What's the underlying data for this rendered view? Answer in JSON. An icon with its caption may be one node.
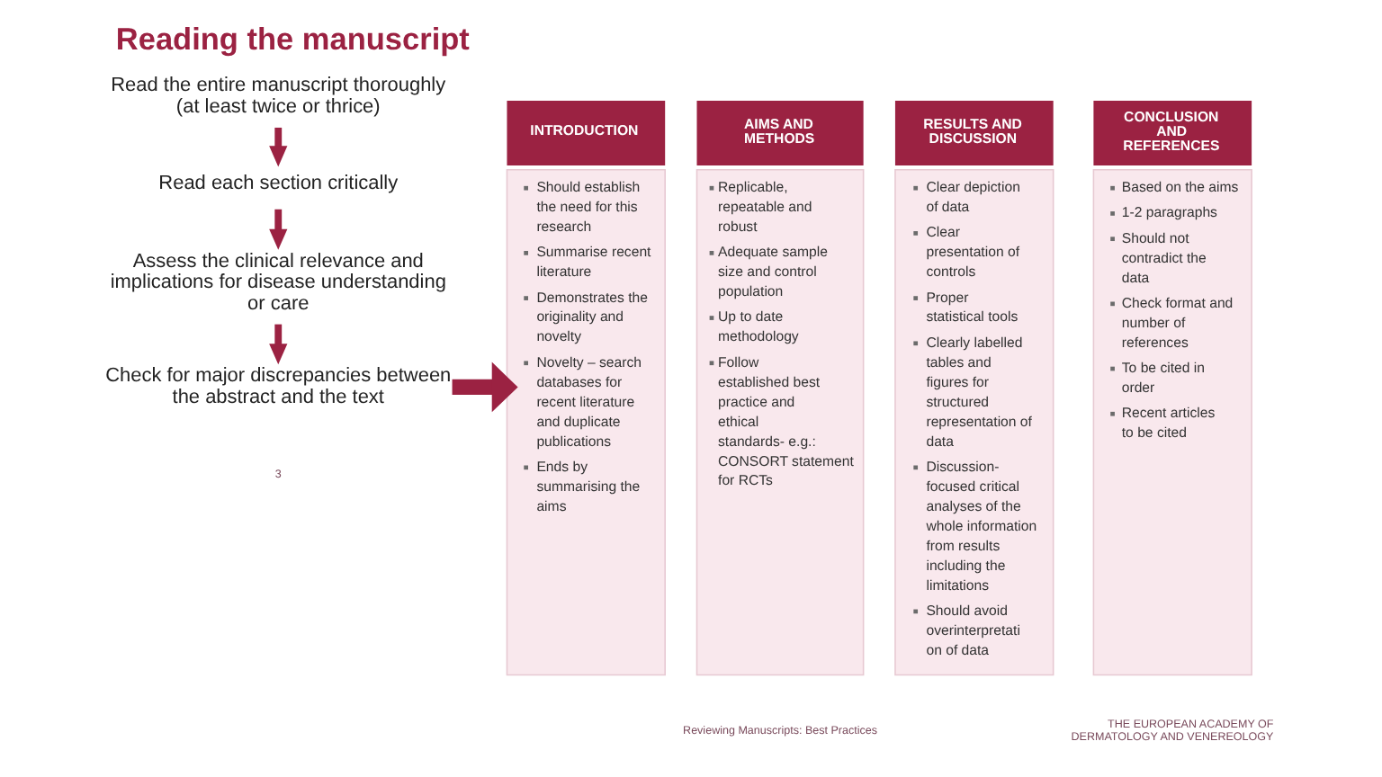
{
  "diagram": {
    "title": "Reading the manuscript",
    "nodes": [
      {
        "text": [
          "Read the entire manuscript thoroughly (at least twice or thrice)"
        ]
      },
      {
        "text": [
          "Read each section critically"
        ]
      },
      {
        "text": [
          "Assess the clinical relevance and implications for disease understanding or care"
        ]
      },
      {
        "text": [
          "Check for major discrepancies between the abstract and the text"
        ]
      },
      {
        "text": [
          "INTRODUCTION",
          "Should establish the need for this research",
          "Summarise recent literature",
          "Demonstrates the originality and novelty",
          "Novelty – search databases for recent literature and duplicate publications",
          "Ends by summarising the aims"
        ]
      },
      {
        "text": [
          "AIMS AND METHODS",
          "Replicable, repeatable and robust",
          "Adequate sample size and control population",
          "Up to date methodology",
          "Follow established best practice and ethical standards- e.g.: CONSORT statement for RCTs"
        ]
      },
      {
        "text": [
          "RESULTS AND DISCUSSION",
          "Clear depiction of data",
          "Clear presentation of controls",
          "Proper statistical tools",
          "Clearly labelled tables and figures for structured representation of data",
          "Discussion- focused critical analyses of the whole information from results including the limitations",
          "Should avoid overinterpretati on of data"
        ]
      },
      {
        "text": [
          "CONCLUSION AND REFERENCES",
          "Based on the aims",
          "1-2 paragraphs",
          "Should not contradict the data",
          "Check format and number of references",
          "To be cited in order",
          "Recent articles to be cited"
        ]
      }
    ],
    "edges": [
      {
        "from": 0,
        "to": 1,
        "arrow": "to"
      },
      {
        "from": 1,
        "to": 2,
        "arrow": "to"
      },
      {
        "from": 2,
        "to": 3,
        "arrow": "to"
      },
      {
        "from": 3,
        "to": 4,
        "arrow": "to",
        "style": "thick"
      }
    ],
    "labels": [
      "3",
      "Reviewing Manuscripts: Best Practices",
      "THE EUROPEAN ACADEMY OF DERMATOLOGY AND VENEREOLOGY"
    ]
  }
}
